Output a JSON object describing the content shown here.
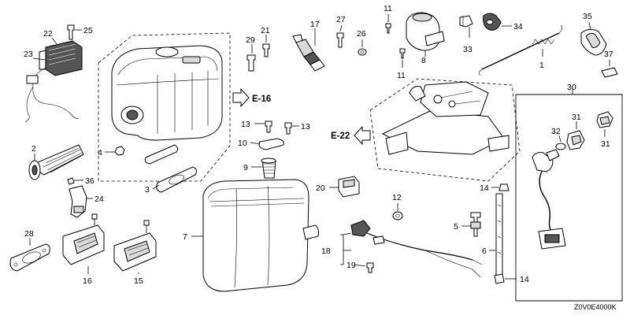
{
  "diagram": {
    "drawing_code": "Z0V0E4000K",
    "section_refs": [
      {
        "id": "e16",
        "label": "E-16"
      },
      {
        "id": "e22",
        "label": "E-22"
      }
    ],
    "callouts": {
      "c1": "1",
      "c2": "2",
      "c3": "3",
      "c4": "4",
      "c5": "5",
      "c6": "6",
      "c7": "7",
      "c8": "8",
      "c9": "9",
      "c10": "10",
      "c11a": "11",
      "c11b": "11",
      "c12": "12",
      "c13a": "13",
      "c13b": "13",
      "c14a": "14",
      "c14b": "14",
      "c15": "15",
      "c16": "16",
      "c17": "17",
      "c18": "18",
      "c19": "19",
      "c20": "20",
      "c21": "21",
      "c22": "22",
      "c23": "23",
      "c24": "24",
      "c25": "25",
      "c26": "26",
      "c27": "27",
      "c28": "28",
      "c29": "29",
      "c30": "30",
      "c31a": "31",
      "c31b": "31",
      "c32": "32",
      "c33": "33",
      "c34": "34",
      "c35": "35",
      "c36": "36",
      "c37": "37"
    }
  }
}
